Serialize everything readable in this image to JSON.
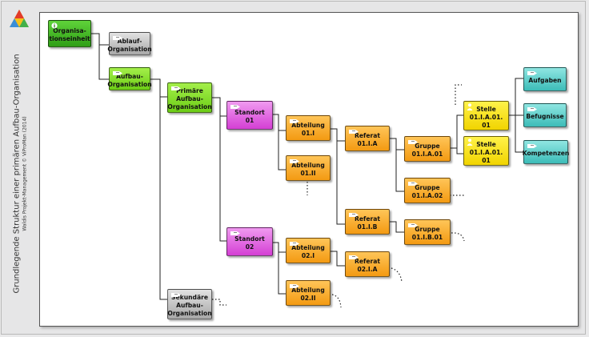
{
  "caption": {
    "title": "Grundlegende Struktur einer primären Aufbau-Organisation",
    "subtitle": "Waldis Projekt-Management © ViProMan (2014)"
  },
  "logo": {
    "icon": "triangle-logo-icon",
    "colors": [
      "#e23b2a",
      "#f6c21a",
      "#3a8ed8",
      "#42b04a"
    ]
  },
  "colors": {
    "green": "#3db821",
    "lightgreen": "#8be22a",
    "grey": "#c4c4c4",
    "pink": "#e060e0",
    "orange": "#f9ad2f",
    "yellow": "#f9e614",
    "teal": "#5fd0cc",
    "line": "#222222"
  },
  "nodes": {
    "organisationseinheit": "Organisa-\ntionseinheit",
    "ablauf": "Ablauf-\nOrganisation",
    "aufbau": "Aufbau-\nOrganisation",
    "primaere": "Primäre\nAufbau-\nOrganisation",
    "sekundaere": "Sekundäre\nAufbau-\nOrganisation",
    "standort01": "Standort\n01",
    "standort02": "Standort\n02",
    "abteilung01i": "Abteilung\n01.I",
    "abteilung01ii": "Abteilung\n01.II",
    "abteilung02i": "Abteilung\n02.I",
    "abteilung02ii": "Abteilung\n02.II",
    "referat01ia": "Referat\n01.I.A",
    "referat01ib": "Referat\n01.I.B",
    "referat02ia": "Referat\n02.I.A",
    "gruppe01ia01": "Gruppe\n01.I.A.01",
    "gruppe01ia02": "Gruppe\n01.I.A.02",
    "gruppe01ib01": "Gruppe\n01.I.B.01",
    "stelle1": "Stelle\n01.I.A.01.\n01",
    "stelle2": "Stelle\n01.I.A.01.\n01",
    "aufgaben": "Aufgaben",
    "befugnisse": "Befugnisse",
    "kompetenzen": "Kompetenzen"
  }
}
